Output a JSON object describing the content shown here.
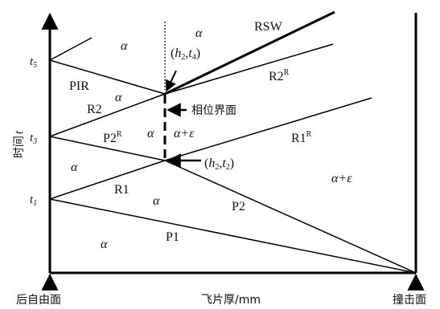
{
  "axes": {
    "y_title": "时间",
    "y_title_var": "t",
    "x_title": "飞片厚/mm",
    "left_marker": "后自由面",
    "right_marker": "撞击面",
    "ticks": [
      {
        "base": "t",
        "sub": "5"
      },
      {
        "base": "t",
        "sub": "3"
      },
      {
        "base": "t",
        "sub": "1"
      }
    ]
  },
  "regions": {
    "alpha": "α",
    "alpha_eps": "α+ε"
  },
  "labels": {
    "rsw": "RSW",
    "pir": "PIR",
    "r2": "R2",
    "r2r": "R2",
    "r2r_sup": "R",
    "p2r": "P2",
    "p2r_sup": "R",
    "r1r": "R1",
    "r1r_sup": "R",
    "r1": "R1",
    "p2": "P2",
    "p1": "P1",
    "phase_interface": "相位界面",
    "point_upper": {
      "open": "(",
      "h": "h",
      "h_sub": "2",
      "t": "t",
      "t_sub": "4",
      "close": ")"
    },
    "point_lower": {
      "open": "(",
      "h": "h",
      "h_sub": "2",
      "t": "t",
      "t_sub": "2",
      "close": ")"
    }
  }
}
